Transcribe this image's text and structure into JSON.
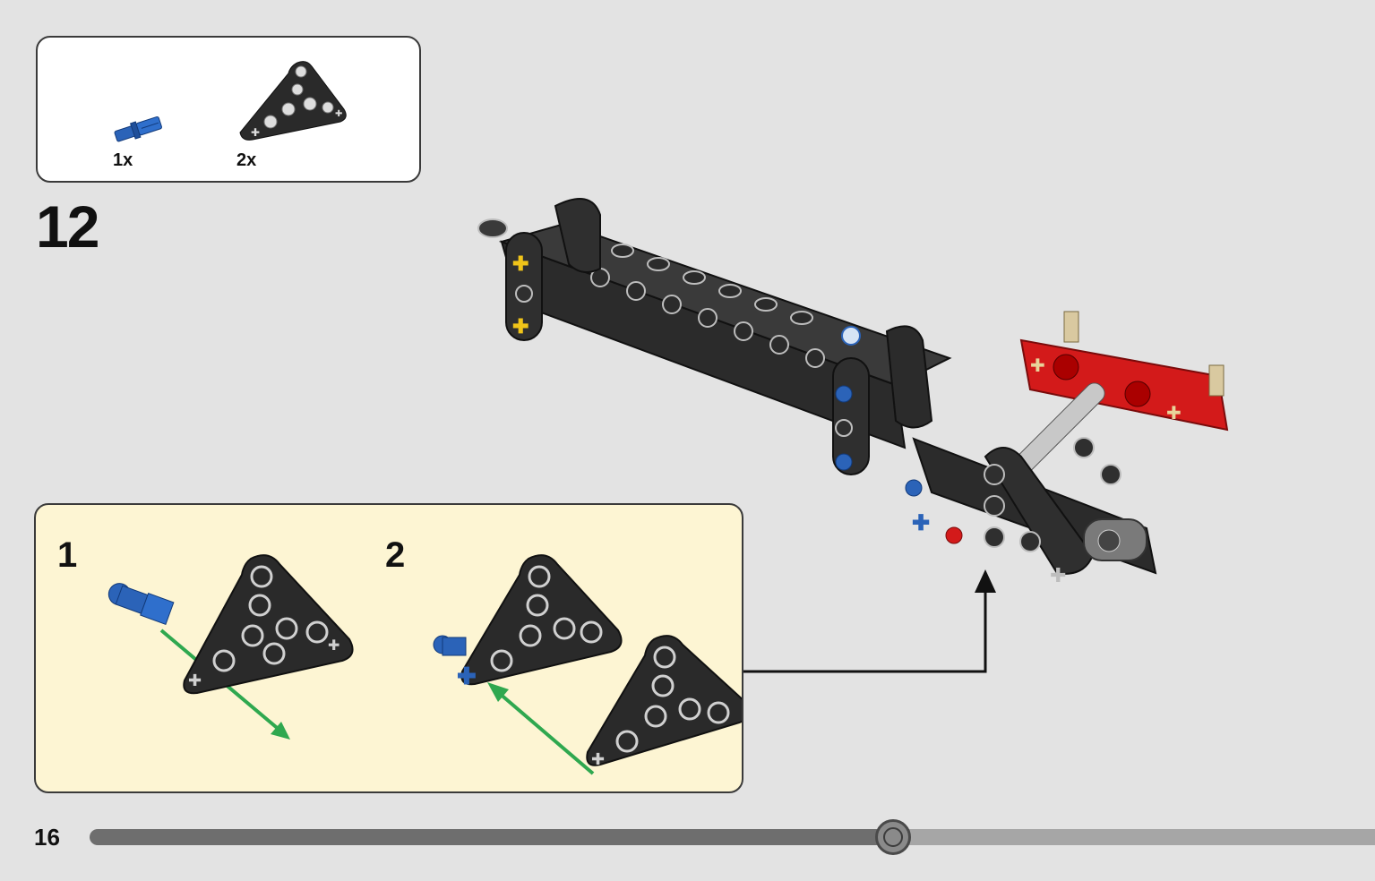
{
  "step": {
    "number": "12"
  },
  "page": {
    "number": "16"
  },
  "parts_list": [
    {
      "qty": "1x",
      "part": "blue-axle-pin-icon"
    },
    {
      "qty": "2x",
      "part": "triangle-liftarm-icon"
    }
  ],
  "substeps": [
    {
      "number": "1"
    },
    {
      "number": "2"
    }
  ],
  "progress": {
    "value": 0.625
  },
  "colors": {
    "background": "#e3e3e3",
    "substep_panel": "#fdf5d3",
    "liftarm_black": "#2a2a2a",
    "pin_blue": "#2b63b8",
    "arrow_green": "#2fa84f",
    "red_beam": "#d31a1a"
  }
}
